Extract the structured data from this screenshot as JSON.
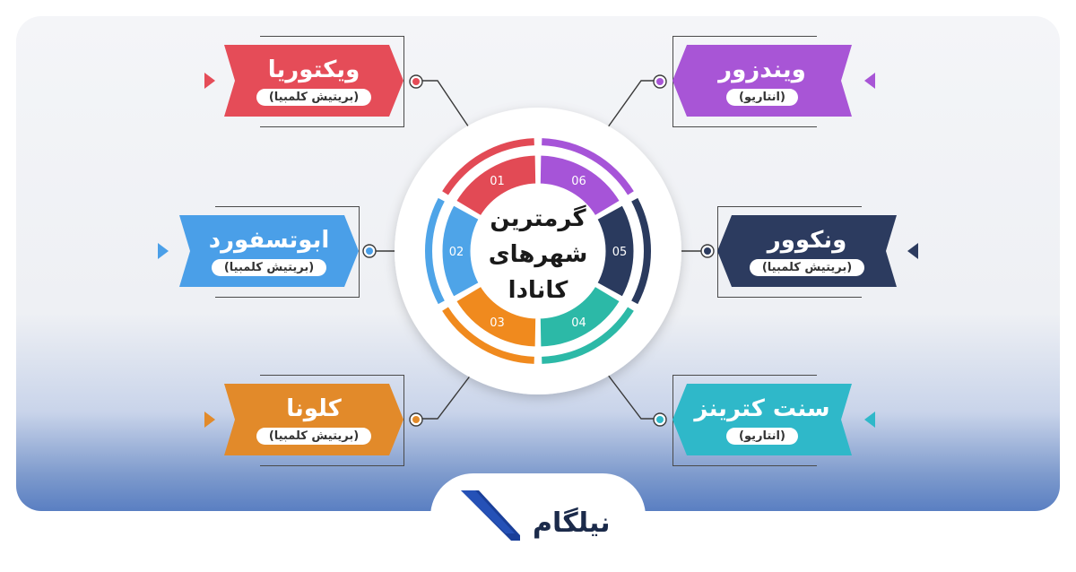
{
  "diagram": {
    "center_title_lines": [
      "گرمترین",
      "شهرهای",
      "کانادا"
    ],
    "segments": [
      {
        "number": "01",
        "color": "#e24a55"
      },
      {
        "number": "02",
        "color": "#4ea4e8"
      },
      {
        "number": "03",
        "color": "#f08a1e"
      },
      {
        "number": "04",
        "color": "#2cb9a7"
      },
      {
        "number": "05",
        "color": "#2a3a5e"
      },
      {
        "number": "06",
        "color": "#a654d8"
      }
    ],
    "cities": [
      {
        "name": "ویکتوریا",
        "province": "(بریتیش کلمبیا)",
        "color": "#e54c58"
      },
      {
        "name": "ابوتسفورد",
        "province": "(بریتیش کلمبیا)",
        "color": "#4a9fe8"
      },
      {
        "name": "کلونا",
        "province": "(بریتیش کلمبیا)",
        "color": "#e28a2a"
      },
      {
        "name": "سنت کترینز",
        "province": "(انتاریو)",
        "color": "#2fb8c9"
      },
      {
        "name": "ونکوور",
        "province": "(بریتیش کلمبیا)",
        "color": "#2c3b5f"
      },
      {
        "name": "ویندزور",
        "province": "(انتاریو)",
        "color": "#a855d6"
      }
    ]
  },
  "brand": {
    "name": "نیلگام",
    "mark_color": "#1a3f99"
  },
  "icons": [
    "chevron-right-icon",
    "chevron-left-icon",
    "connector-dot-icon"
  ]
}
